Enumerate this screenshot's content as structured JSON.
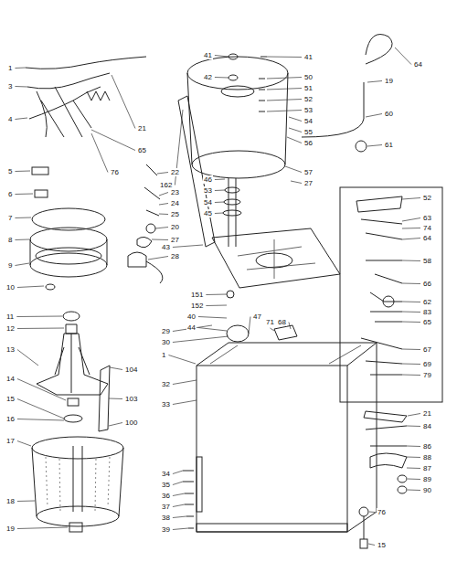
{
  "diagram": {
    "labels": [
      "1",
      "3",
      "4",
      "5",
      "6",
      "7",
      "8",
      "9",
      "10",
      "11",
      "12",
      "13",
      "14",
      "15",
      "16",
      "17",
      "18",
      "19",
      "21",
      "65",
      "76",
      "22",
      "23",
      "24",
      "25",
      "20",
      "27",
      "28",
      "162",
      "43",
      "41",
      "42",
      "41",
      "50",
      "51",
      "52",
      "53",
      "54",
      "55",
      "56",
      "64",
      "19",
      "60",
      "61",
      "57",
      "27",
      "46",
      "53",
      "54",
      "45",
      "151",
      "152",
      "40",
      "44",
      "29",
      "30",
      "1",
      "32",
      "33",
      "34",
      "35",
      "36",
      "37",
      "38",
      "39",
      "104",
      "103",
      "100",
      "47",
      "71",
      "68",
      "52",
      "63",
      "74",
      "64",
      "58",
      "66",
      "62",
      "83",
      "65",
      "67",
      "69",
      "79",
      "84",
      "86",
      "88",
      "87",
      "89",
      "90",
      "76",
      "15",
      "21"
    ]
  }
}
